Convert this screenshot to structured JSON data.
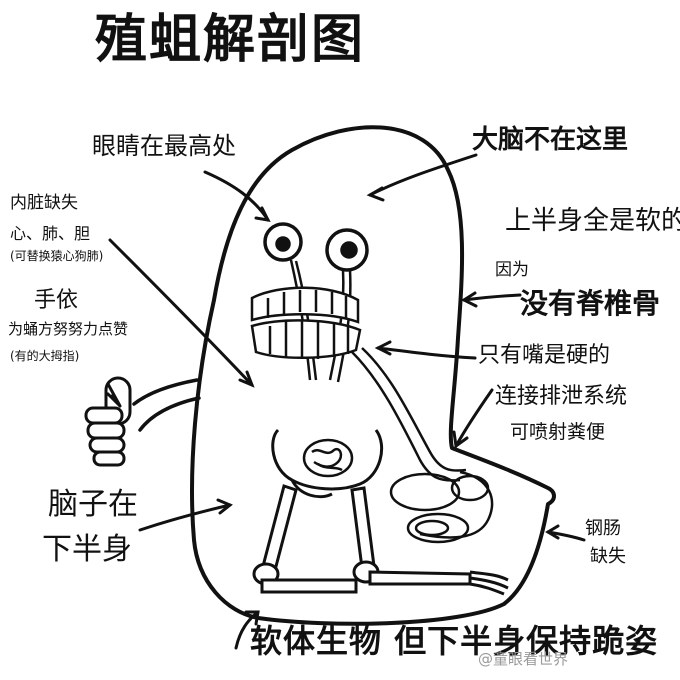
{
  "title": "殖蛆解剖图",
  "labels": {
    "eyes": "眼睛在最高处",
    "brain_not_here": "大脑不在这里",
    "organs_missing": "内脏缺失",
    "organs_list": "心、肺、胆",
    "organs_note": "(可替换猿心狗肺)",
    "upper_body_1": "上半身全是软的",
    "upper_body_2": "因为",
    "upper_body_3": "没有脊椎骨",
    "hand_1": "手依",
    "hand_2": "为蛹方努努力点赞",
    "hand_3": "(有的大拇指)",
    "mouth_1": "只有嘴是硬的",
    "mouth_2": "连接排泄系统",
    "mouth_3": "可喷射粪便",
    "brain_lower_1": "脑子在",
    "brain_lower_2": "下半身",
    "rectum_1": "钢肠",
    "rectum_2": "缺失",
    "bottom": "软体生物 但下半身保持跪姿"
  },
  "watermark": "@童眼看世界"
}
